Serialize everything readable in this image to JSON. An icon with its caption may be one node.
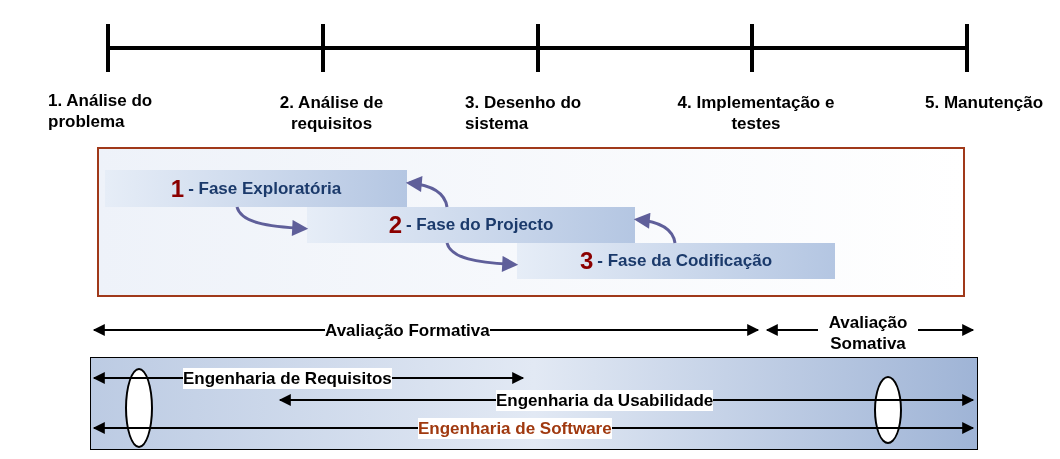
{
  "diagram": {
    "nodes": [
      {
        "text": [],
        "shape": "box"
      },
      {
        "text": [
          "1 - Fase Exploratória"
        ],
        "in": 0
      },
      {
        "text": [
          "2 - Fase do Projecto"
        ],
        "in": 0
      },
      {
        "text": [
          "3 - Fase da Codificação"
        ],
        "in": 0
      },
      {
        "text": [],
        "shape": "box"
      },
      {
        "text": [],
        "shape": "ellipse",
        "in": 4
      },
      {
        "text": [],
        "shape": "ellipse",
        "in": 4
      }
    ],
    "edges": [
      {
        "from": 1,
        "to": 2,
        "arrow": "to"
      },
      {
        "from": 2,
        "to": 1,
        "arrow": "to"
      },
      {
        "from": 2,
        "to": 3,
        "arrow": "to"
      },
      {
        "from": 3,
        "to": 2,
        "arrow": "to"
      }
    ],
    "labels": [
      "1. Análise do problema",
      "2. Análise de requisitos",
      "3. Desenho do sistema",
      "4. Implementação e testes",
      "5. Manutenção",
      "Avaliação Formativa",
      "Avaliação Somativa",
      "Engenharia de Requisitos",
      "Engenharia da Usabilidade",
      "Engenharia de Software"
    ]
  }
}
